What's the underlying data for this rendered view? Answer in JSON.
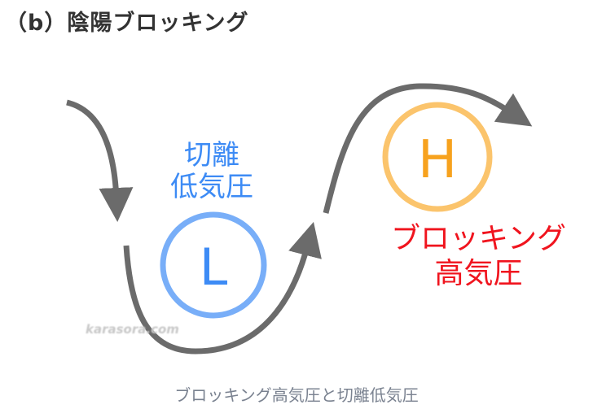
{
  "title": "（b）陰陽ブロッキング",
  "diagram": {
    "low": {
      "symbol": "L",
      "label_line1": "切離",
      "label_line2": "低気圧",
      "color": "#3d8bf5",
      "circle_color": "#78aef8"
    },
    "high": {
      "symbol": "H",
      "label_line1": "ブロッキング",
      "label_line2": "高気圧",
      "color": "#f0141e",
      "circle_color": "#fbc46c",
      "symbol_color": "#f7a21e"
    },
    "flow_color": "#6b6b6b",
    "watermark": "karasora.com"
  },
  "caption": "ブロッキング高気圧と切離低気圧"
}
